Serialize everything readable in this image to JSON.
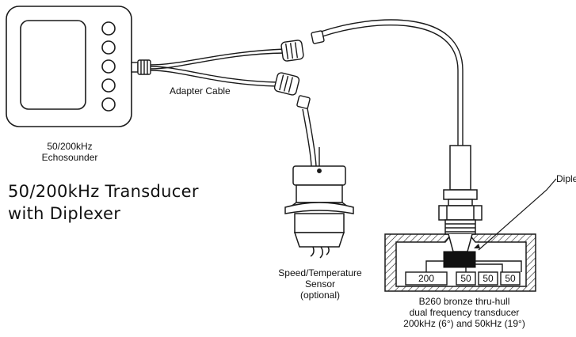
{
  "title": {
    "line1": "50/200kHz Transducer",
    "line2": "with Diplexer"
  },
  "labels": {
    "adapter_cable": "Adapter Cable",
    "echosounder_line1": "50/200kHz",
    "echosounder_line2": "Echosounder",
    "diplexer": "Diplexer",
    "sensor_line1": "Speed/Temperature",
    "sensor_line2": "Sensor",
    "sensor_line3": "(optional)",
    "transducer_line1": "B260 bronze thru-hull",
    "transducer_line2": "dual frequency transducer",
    "transducer_line3": "200kHz (6°) and 50kHz (19°)"
  },
  "element_boxes": [
    "200",
    "50",
    "50",
    "50"
  ],
  "colors": {
    "line": "#1a1a1a",
    "diplexer_block": "#111111"
  },
  "icons": [
    "button-circle-icon",
    "connector-icon",
    "hatch-pattern"
  ]
}
